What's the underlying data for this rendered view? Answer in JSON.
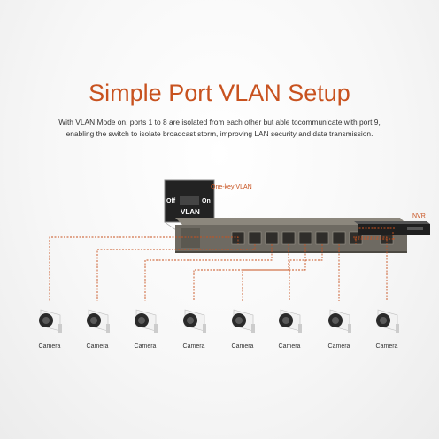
{
  "title": "Simple Port VLAN Setup",
  "description": {
    "line1": "With VLAN Mode on, ports 1 to 8 are isolated from each other but able tocommunicate with port 9,",
    "line2": "enabling the switch to isolate broadcast storm, improving LAN security and data transmission."
  },
  "callout": {
    "label": "One-key VLAN",
    "off": "Off",
    "on": "On",
    "vlan": "VLAN"
  },
  "nvr_label": "NVR",
  "cameras": [
    "Camera",
    "Camera",
    "Camera",
    "Camera",
    "Camera",
    "Camera",
    "Camera",
    "Camera"
  ],
  "colors": {
    "accent": "#c8521f",
    "switch_body": "#6e6a62",
    "dashed_line": "#c8521f"
  }
}
